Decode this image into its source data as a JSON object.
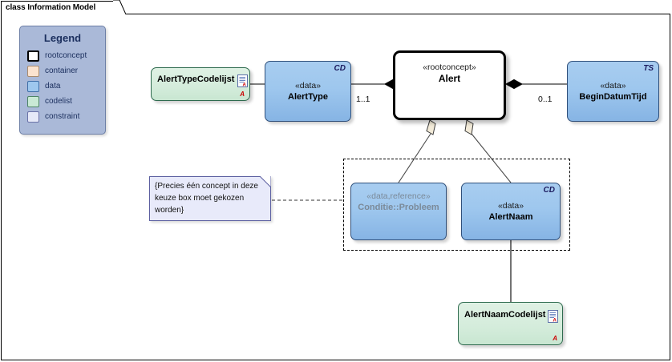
{
  "diagram": {
    "title": "class Information Model",
    "kind": "uml-class-diagram"
  },
  "legend": {
    "title": "Legend",
    "items": [
      {
        "label": "rootconcept",
        "color": "#ffffff",
        "swatch": "rootconcept"
      },
      {
        "label": "container",
        "color": "#fbe3cf",
        "swatch": "container"
      },
      {
        "label": "data",
        "color": "#9ec7ee",
        "swatch": "data"
      },
      {
        "label": "codelist",
        "color": "#c9e9d5",
        "swatch": "codelist"
      },
      {
        "label": "constraint",
        "color": "#e6e9f8",
        "swatch": "constraint"
      }
    ]
  },
  "nodes": {
    "alert_type_codelijst": {
      "name": "AlertTypeCodelijst",
      "kind": "codelist",
      "icon": "document-icon",
      "marker": "A"
    },
    "alert_type": {
      "stereotype": "«data»",
      "name": "AlertType",
      "kind": "data",
      "corner_tag": "CD"
    },
    "alert": {
      "stereotype": "«rootconcept»",
      "name": "Alert",
      "kind": "rootconcept"
    },
    "begin_datum_tijd": {
      "stereotype": "«data»",
      "name": "BeginDatumTijd",
      "kind": "data",
      "corner_tag": "TS"
    },
    "conditie_probleem": {
      "stereotype": "«data,reference»",
      "name": "Conditie::Probleem",
      "kind": "data-reference"
    },
    "alert_naam": {
      "stereotype": "«data»",
      "name": "AlertNaam",
      "kind": "data",
      "corner_tag": "CD"
    },
    "alert_naam_codelijst": {
      "name": "AlertNaamCodelijst",
      "kind": "codelist",
      "icon": "document-icon",
      "marker": "A"
    }
  },
  "note": {
    "text": "{Precies één concept in deze\nkeuze box moet gekozen\nworden}"
  },
  "multiplicities": {
    "alert_type_end": "1..1",
    "begin_datum_tijd_end": "0..1"
  },
  "relations": [
    {
      "from": "alert_type_codelijst",
      "to": "alert_type",
      "type": "association"
    },
    {
      "from": "alert",
      "to": "alert_type",
      "type": "composition",
      "multiplicity": "1..1"
    },
    {
      "from": "alert",
      "to": "begin_datum_tijd",
      "type": "composition",
      "multiplicity": "0..1"
    },
    {
      "from": "alert",
      "to": "conditie_probleem",
      "type": "aggregation"
    },
    {
      "from": "alert",
      "to": "alert_naam",
      "type": "aggregation"
    },
    {
      "from": "alert_naam",
      "to": "alert_naam_codelijst",
      "type": "association"
    },
    {
      "from": "note",
      "to": "choice_box",
      "type": "anchor-dashed"
    }
  ],
  "colors": {
    "data_fill": "#9ec7ee",
    "codelist_fill": "#c9e9d5",
    "constraint_fill": "#e8eafa",
    "legend_bg": "#aab9d8",
    "rootconcept_border": "#000000"
  }
}
